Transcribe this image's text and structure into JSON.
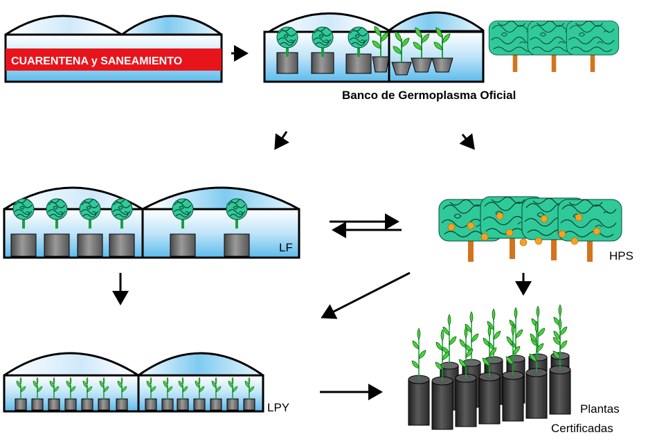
{
  "labels": {
    "quarantine": "CUARENTENA y SANEAMIENTO",
    "germplasm_bank": "Banco de Germoplasma Oficial",
    "lf": "LF",
    "hps": "HPS",
    "lpy": "LPY",
    "certified_line1": "Plantas",
    "certified_line2": "Certificadas"
  },
  "colors": {
    "quarantine_banner": "#e8141c",
    "banner_text": "#ffffff",
    "glass_light": "#eaf6fd",
    "glass_blue": "#7fcbf0",
    "foliage": "#2fc99a",
    "leaf_green": "#47d23a",
    "trunk": "#d4731c",
    "fruit": "#f5a31f",
    "pot_gray": "#7a7a7a",
    "pot_dark": "#3d3d3d"
  }
}
